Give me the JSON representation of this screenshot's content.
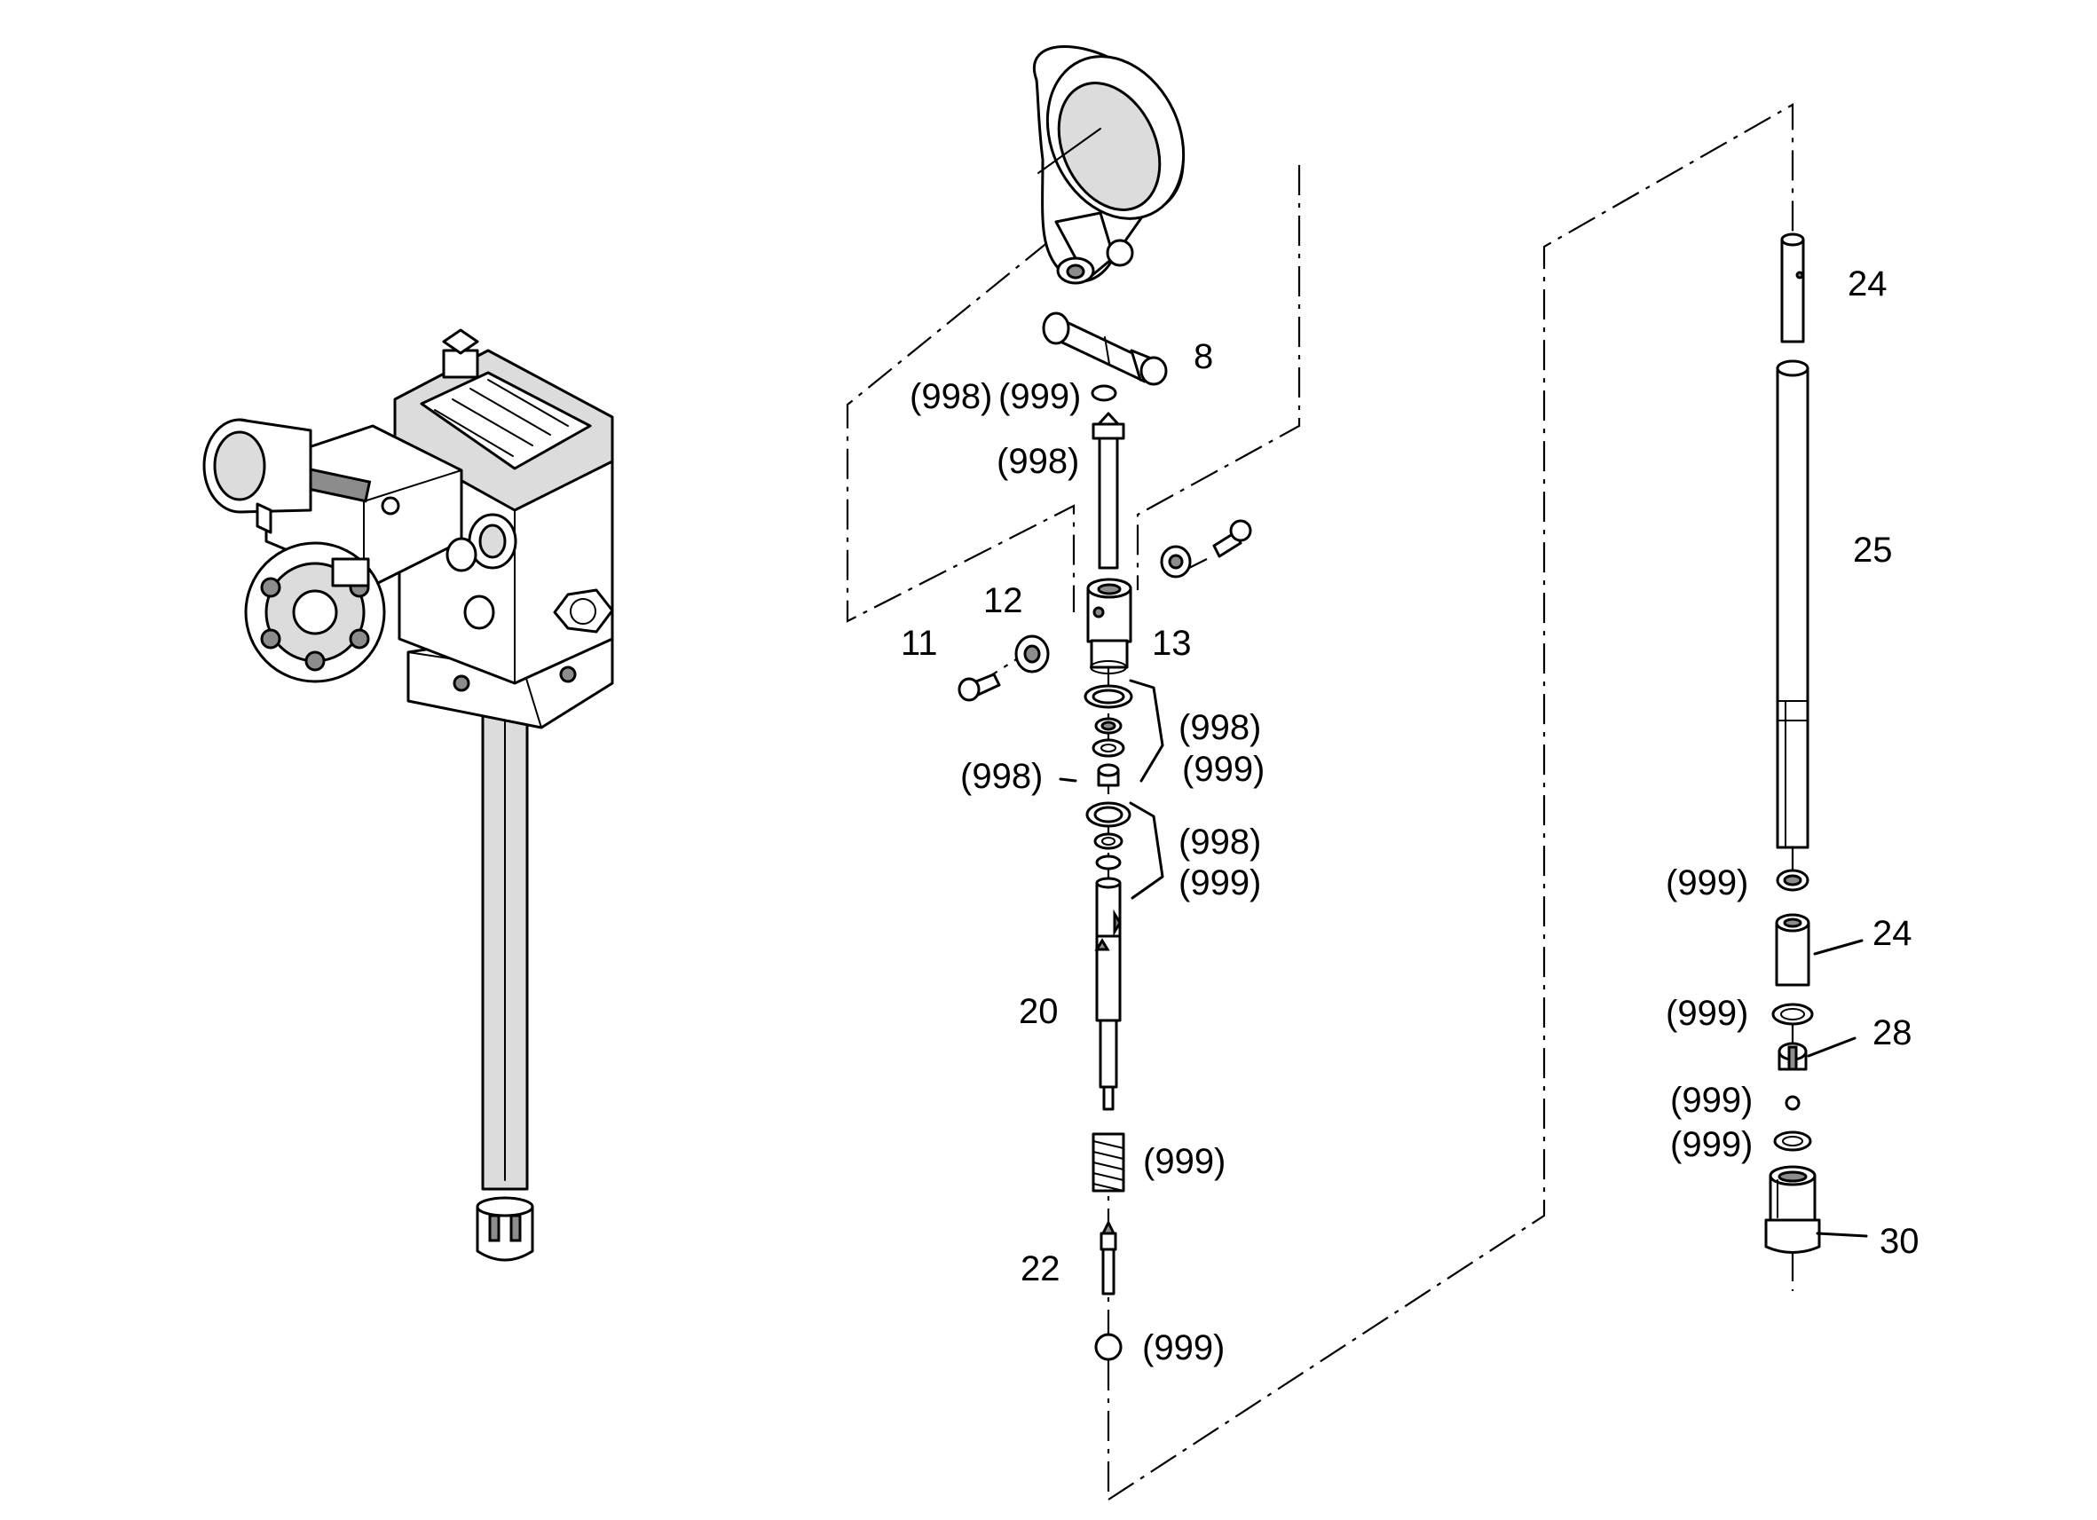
{
  "labels": {
    "l8": "8",
    "l11": "11",
    "l12": "12",
    "l13": "13",
    "l20": "20",
    "l22": "22",
    "l24a": "24",
    "l24b": "24",
    "l25": "25",
    "l28": "28",
    "l30": "30",
    "top_998_a": "(998)",
    "top_999_a": "(999)",
    "top_998_b": "(998)",
    "mid_998_a": "(998)",
    "mid_999_a": "(999)",
    "mid_998_left": "(998)",
    "mid_998_b": "(998)",
    "mid_999_b": "(999)",
    "spring_999": "(999)",
    "ball_999": "(999)",
    "right_999_a": "(999)",
    "right_999_b": "(999)",
    "right_999_c": "(999)",
    "right_999_d": "(999)"
  }
}
